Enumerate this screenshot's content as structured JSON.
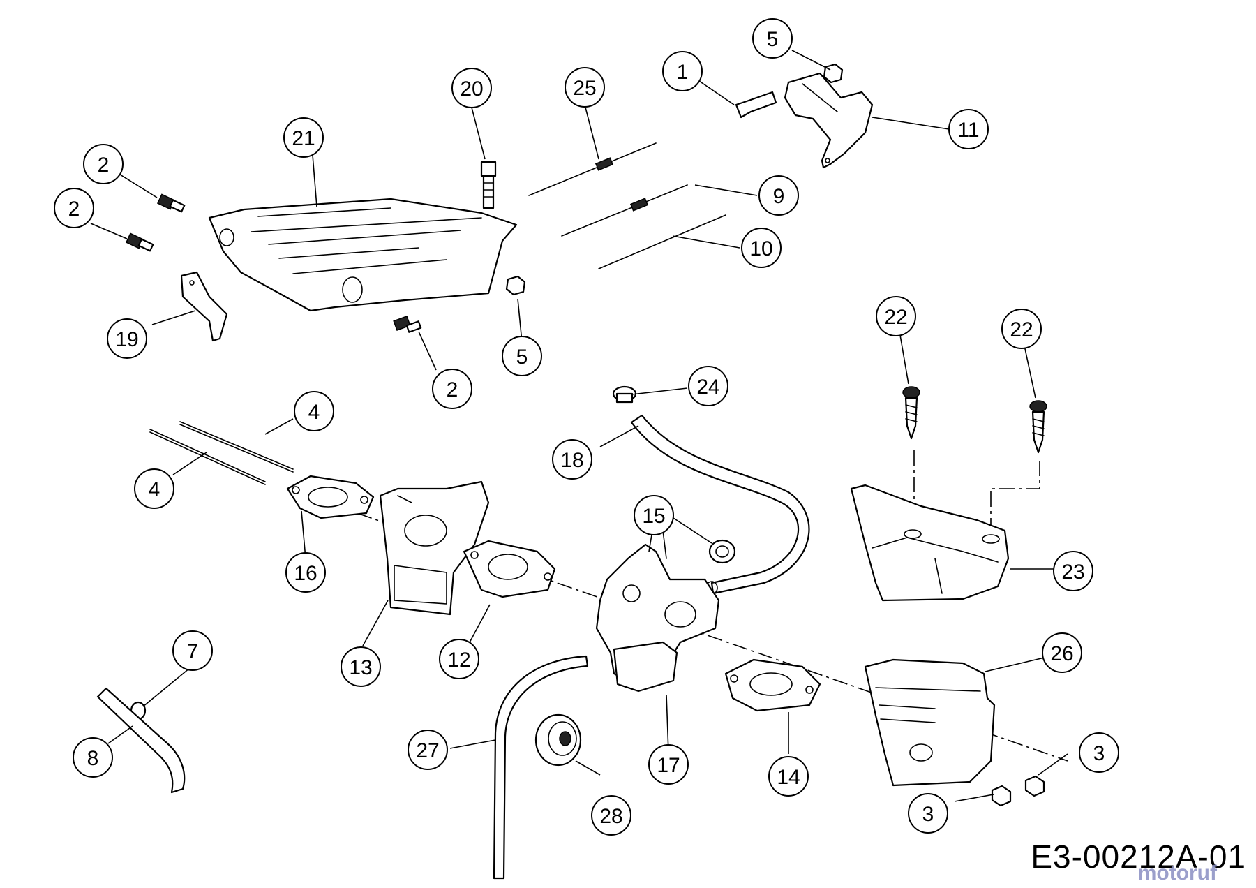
{
  "diagram": {
    "reference_code": "E3-00212A-01",
    "watermark": "motoruf",
    "callout_labels": [
      "1",
      "2",
      "2",
      "2",
      "3",
      "3",
      "4",
      "4",
      "5",
      "5",
      "7",
      "8",
      "9",
      "10",
      "11",
      "12",
      "13",
      "14",
      "15",
      "16",
      "17",
      "18",
      "19",
      "20",
      "21",
      "22",
      "22",
      "23",
      "24",
      "25",
      "26",
      "27",
      "28"
    ]
  }
}
